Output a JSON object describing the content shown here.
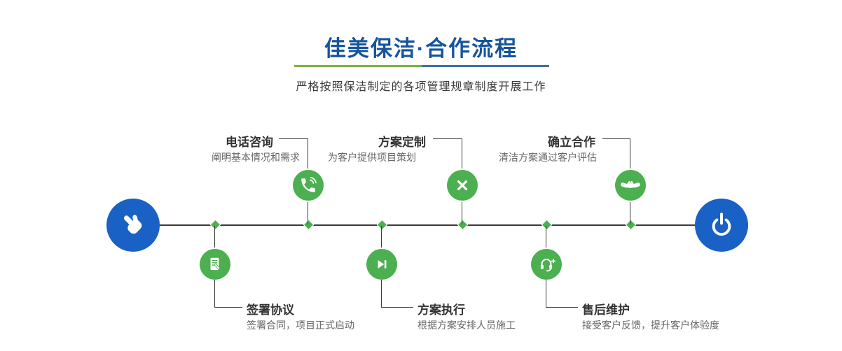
{
  "header": {
    "title": "佳美保洁·合作流程",
    "subtitle": "严格按照保洁制定的各项管理规章制度开展工作"
  },
  "colors": {
    "title_blue": "#15549e",
    "accent_green": "#4caf50",
    "node_blue": "#1961c5",
    "line_dark": "#3a3a3a",
    "divider_green": "#7cb342",
    "divider_blue": "#44719b"
  },
  "timeline": {
    "start_node": {
      "icon": "pointing-hand-icon"
    },
    "end_node": {
      "icon": "power-icon"
    },
    "steps_top": [
      {
        "title": "电话咨询",
        "desc": "阐明基本情况和需求",
        "icon": "phone-icon"
      },
      {
        "title": "方案定制",
        "desc": "为客户提供项目策划",
        "icon": "pencil-ruler-icon"
      },
      {
        "title": "确立合作",
        "desc": "清洁方案通过客户评估",
        "icon": "handshake-icon"
      }
    ],
    "steps_bottom": [
      {
        "title": "签署协议",
        "desc": "签署合同，项目正式启动",
        "icon": "contract-icon"
      },
      {
        "title": "方案执行",
        "desc": "根据方案安排人员施工",
        "icon": "play-icon"
      },
      {
        "title": "售后维护",
        "desc": "接受客户反馈，提升客户体验度",
        "icon": "headset-plus-icon"
      }
    ]
  }
}
